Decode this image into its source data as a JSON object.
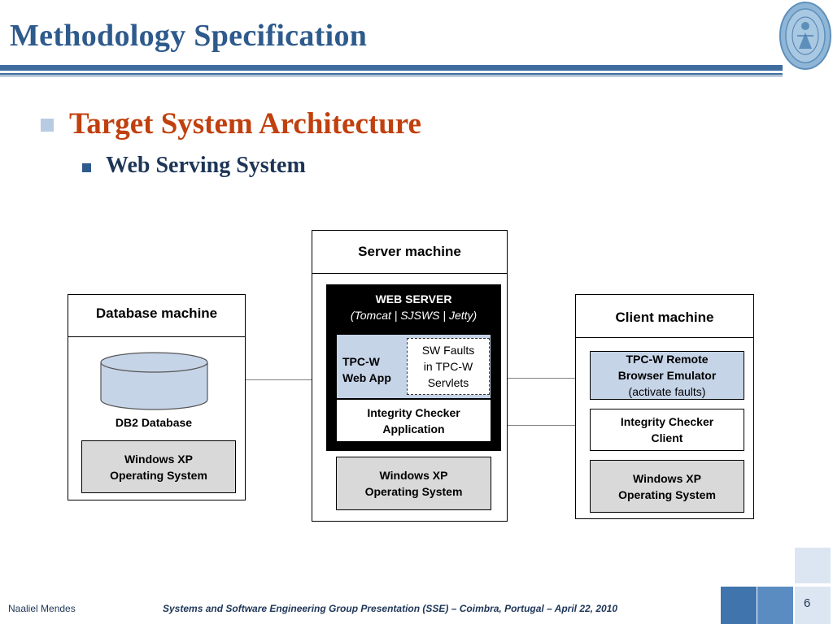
{
  "slide": {
    "title": "Methodology Specification",
    "bullet_1": "Target System Architecture",
    "bullet_2": "Web Serving System"
  },
  "diagram": {
    "database_machine": {
      "header": "Database machine",
      "db_label": "DB2 Database",
      "os_line1": "Windows XP",
      "os_line2": "Operating System"
    },
    "server_machine": {
      "header": "Server machine",
      "web_server_title": "WEB SERVER",
      "web_server_subtitle": "(Tomcat | SJSWS | Jetty)",
      "tpcw_line1": "TPC-W",
      "tpcw_line2": "Web App",
      "faults_line1": "SW Faults",
      "faults_line2": "in TPC-W",
      "faults_line3": "Servlets",
      "integrity_line1": "Integrity Checker",
      "integrity_line2": "Application",
      "os_line1": "Windows XP",
      "os_line2": "Operating System"
    },
    "client_machine": {
      "header": "Client machine",
      "rbe_line1": "TPC-W Remote",
      "rbe_line2": "Browser Emulator",
      "rbe_line3": "(activate faults)",
      "integrity_line1": "Integrity Checker",
      "integrity_line2": "Client",
      "os_line1": "Windows XP",
      "os_line2": "Operating System"
    }
  },
  "footer": {
    "author": "Naaliel Mendes",
    "event": "Systems and Software Engineering Group Presentation (SSE) – Coimbra, Portugal – April 22, 2010",
    "page_number": "6"
  },
  "colors": {
    "title_blue": "#2e5a8c",
    "heading_orange": "#c0400e",
    "light_blue_fill": "#c6d4e8",
    "gray_fill": "#d9d9d9"
  },
  "icons": [
    "university-seal-icon",
    "square-bullet-icon",
    "database-cylinder-icon"
  ]
}
